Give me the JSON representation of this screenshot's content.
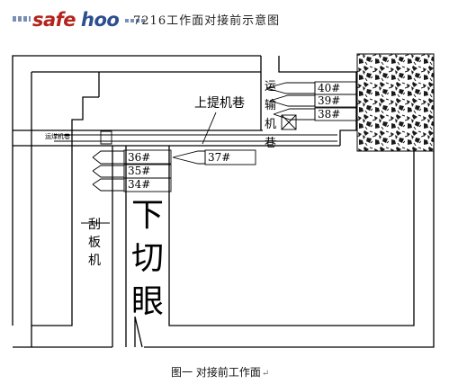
{
  "watermark": {
    "part1": "safe",
    "part2": "hoo"
  },
  "title": "7216工作面对接前示意图",
  "caption": {
    "text": "图一  对接前工作面",
    "return_mark": "↵"
  },
  "labels": {
    "shengji_xiang": "上提机巷",
    "shu_sheng": "运输机巷",
    "left_road": "运煤机巷",
    "cut_eye": "下切眼",
    "bu_ban_ji": "刮板机"
  },
  "supports": {
    "no40": "40#",
    "no39": "39#",
    "no38": "38#",
    "no37": "37#",
    "no36": "36#",
    "no35": "35#",
    "no34": "34#"
  },
  "colors": {
    "line": "#000000",
    "watermark_red": "#b3241d",
    "watermark_blue": "#2d4f8f"
  }
}
